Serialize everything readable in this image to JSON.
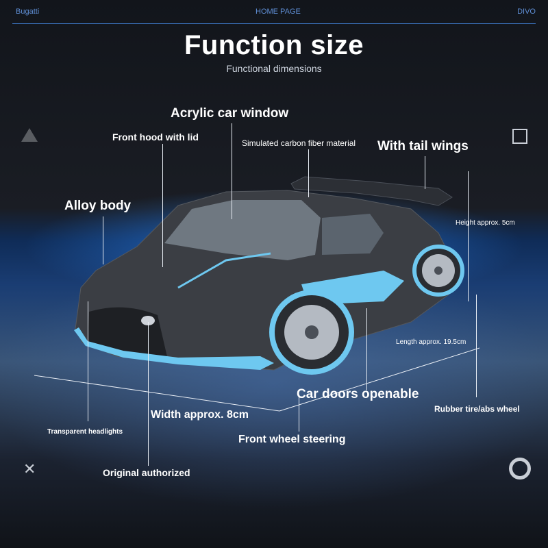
{
  "header": {
    "left": "Bugatti",
    "center": "HOME PAGE",
    "right": "DIVO"
  },
  "title": "Function size",
  "subtitle": "Functional dimensions",
  "labels": {
    "acrylic_window": "Acrylic car window",
    "front_hood": "Front hood with lid",
    "carbon_fiber": "Simulated carbon fiber material",
    "tail_wings": "With tail wings",
    "alloy_body": "Alloy body",
    "height": "Height approx. 5cm",
    "length": "Length approx. 19.5cm",
    "doors": "Car doors openable",
    "width": "Width approx. 8cm",
    "rubber_tire": "Rubber tire/abs wheel",
    "headlights": "Transparent headlights",
    "steering": "Front wheel steering",
    "original": "Original authorized"
  },
  "icons": [
    "triangle-icon",
    "square-icon",
    "cross-icon",
    "circle-icon"
  ],
  "colors": {
    "accent": "#5f8fd6",
    "car_trim": "#6ec8f0",
    "car_body": "#3b3e44"
  }
}
